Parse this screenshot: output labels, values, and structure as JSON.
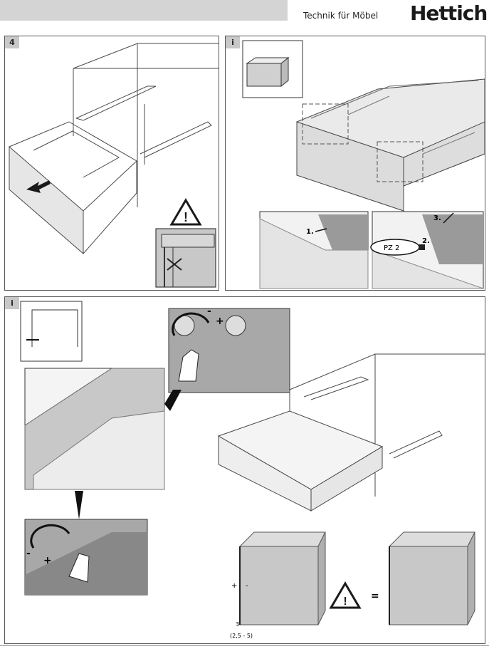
{
  "header": {
    "subtitle": "Technik für Möbel",
    "brand": "Hettich"
  },
  "panels": {
    "step4": {
      "tag": "4"
    },
    "info_top": {
      "tag": "i",
      "steps": [
        "1.",
        "2.",
        "3."
      ],
      "tool": "PZ 2"
    },
    "info_bottom": {
      "tag": "i",
      "plus": "+",
      "minus": "-",
      "gap_value": "3",
      "gap_range": "(2,5 - 5)",
      "equal_sign": "="
    }
  },
  "colors": {
    "panel_grey": "#c8c8c8",
    "front_grey": "#d9d9d9",
    "detail_grey": "#a0a0a0",
    "line": "#4a4a4a"
  },
  "icons": [
    "warning-icon",
    "arrow-icon",
    "hand-icon",
    "rotate-icon",
    "screwdriver-icon"
  ]
}
